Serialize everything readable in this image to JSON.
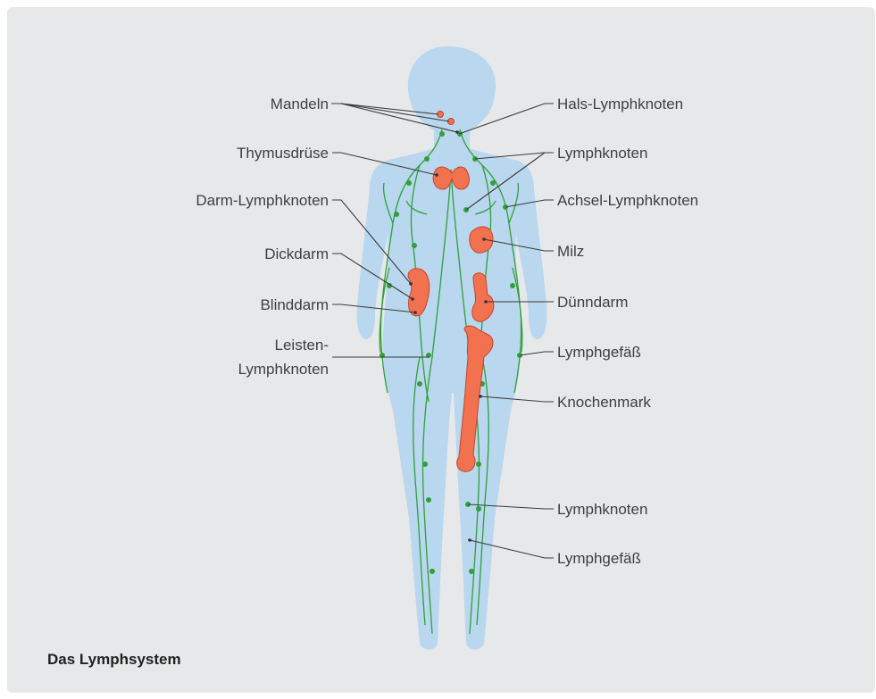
{
  "caption": "Das Lymphsystem",
  "labels": {
    "mandeln": "Mandeln",
    "thymusdruese": "Thymusdrüse",
    "darm_lymphknoten": "Darm-Lymphknoten",
    "dickdarm": "Dickdarm",
    "blinddarm": "Blinddarm",
    "leisten_line1": "Leisten-",
    "leisten_line2": "Lymphknoten",
    "hals_lymphknoten": "Hals-Lymphknoten",
    "lymphknoten_upper": "Lymphknoten",
    "achsel_lymphknoten": "Achsel-Lymphknoten",
    "milz": "Milz",
    "duenndarm": "Dünndarm",
    "lymphgefaess_upper": "Lymphgefäß",
    "knochenmark": "Knochenmark",
    "lymphknoten_lower": "Lymphknoten",
    "lymphgefaess_lower": "Lymphgefäß"
  },
  "colors": {
    "background": "#e7e8ea",
    "body_silhouette": "#b9d7ee",
    "vessels": "#2fa03a",
    "organs": "#f2714f"
  }
}
